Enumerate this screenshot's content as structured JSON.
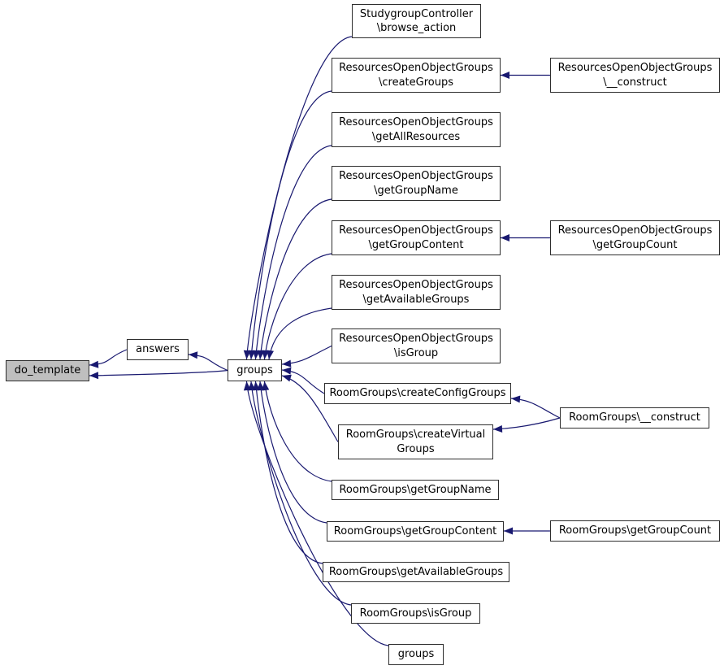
{
  "diagram": {
    "type": "caller-graph",
    "colors": {
      "edge": "#191970",
      "node_border": "#2e2e2e",
      "node_fill": "#ffffff",
      "highlight_fill": "#bfbfbf",
      "text": "#000000",
      "background": "#ffffff"
    },
    "nodes": [
      {
        "id": "do_template",
        "label": "do_template",
        "highlight": true
      },
      {
        "id": "answers",
        "label": "answers"
      },
      {
        "id": "groups_hub",
        "label": "groups"
      },
      {
        "id": "browse_action",
        "label": "StudygroupController\n\\browse_action"
      },
      {
        "id": "roog_createGroups",
        "label": "ResourcesOpenObjectGroups\n\\createGroups"
      },
      {
        "id": "roog_getAllResources",
        "label": "ResourcesOpenObjectGroups\n\\getAllResources"
      },
      {
        "id": "roog_getGroupName",
        "label": "ResourcesOpenObjectGroups\n\\getGroupName"
      },
      {
        "id": "roog_getGroupContent",
        "label": "ResourcesOpenObjectGroups\n\\getGroupContent"
      },
      {
        "id": "roog_getAvailableGroups",
        "label": "ResourcesOpenObjectGroups\n\\getAvailableGroups"
      },
      {
        "id": "roog_isGroup",
        "label": "ResourcesOpenObjectGroups\n\\isGroup"
      },
      {
        "id": "rg_createConfigGroups",
        "label": "RoomGroups\\createConfigGroups"
      },
      {
        "id": "rg_createVirtualGroups",
        "label": "RoomGroups\\createVirtual\nGroups"
      },
      {
        "id": "rg_getGroupName",
        "label": "RoomGroups\\getGroupName"
      },
      {
        "id": "rg_getGroupContent",
        "label": "RoomGroups\\getGroupContent"
      },
      {
        "id": "rg_getAvailableGroups",
        "label": "RoomGroups\\getAvailableGroups"
      },
      {
        "id": "rg_isGroup",
        "label": "RoomGroups\\isGroup"
      },
      {
        "id": "groups_leaf",
        "label": "groups"
      },
      {
        "id": "roog_construct",
        "label": "ResourcesOpenObjectGroups\n\\__construct"
      },
      {
        "id": "roog_getGroupCount",
        "label": "ResourcesOpenObjectGroups\n\\getGroupCount"
      },
      {
        "id": "rg_construct",
        "label": "RoomGroups\\__construct"
      },
      {
        "id": "rg_getGroupCount",
        "label": "RoomGroups\\getGroupCount"
      }
    ],
    "edges": [
      {
        "from": "answers",
        "to": "do_template"
      },
      {
        "from": "groups_hub",
        "to": "do_template"
      },
      {
        "from": "groups_hub",
        "to": "answers"
      },
      {
        "from": "browse_action",
        "to": "groups_hub"
      },
      {
        "from": "roog_createGroups",
        "to": "groups_hub"
      },
      {
        "from": "roog_getAllResources",
        "to": "groups_hub"
      },
      {
        "from": "roog_getGroupName",
        "to": "groups_hub"
      },
      {
        "from": "roog_getGroupContent",
        "to": "groups_hub"
      },
      {
        "from": "roog_getAvailableGroups",
        "to": "groups_hub"
      },
      {
        "from": "roog_isGroup",
        "to": "groups_hub"
      },
      {
        "from": "rg_createConfigGroups",
        "to": "groups_hub"
      },
      {
        "from": "rg_createVirtualGroups",
        "to": "groups_hub"
      },
      {
        "from": "rg_getGroupName",
        "to": "groups_hub"
      },
      {
        "from": "rg_getGroupContent",
        "to": "groups_hub"
      },
      {
        "from": "rg_getAvailableGroups",
        "to": "groups_hub"
      },
      {
        "from": "rg_isGroup",
        "to": "groups_hub"
      },
      {
        "from": "groups_leaf",
        "to": "groups_hub"
      },
      {
        "from": "roog_construct",
        "to": "roog_createGroups"
      },
      {
        "from": "roog_getGroupCount",
        "to": "roog_getGroupContent"
      },
      {
        "from": "rg_construct",
        "to": "rg_createConfigGroups"
      },
      {
        "from": "rg_construct",
        "to": "rg_createVirtualGroups"
      },
      {
        "from": "rg_getGroupCount",
        "to": "rg_getGroupContent"
      }
    ]
  }
}
